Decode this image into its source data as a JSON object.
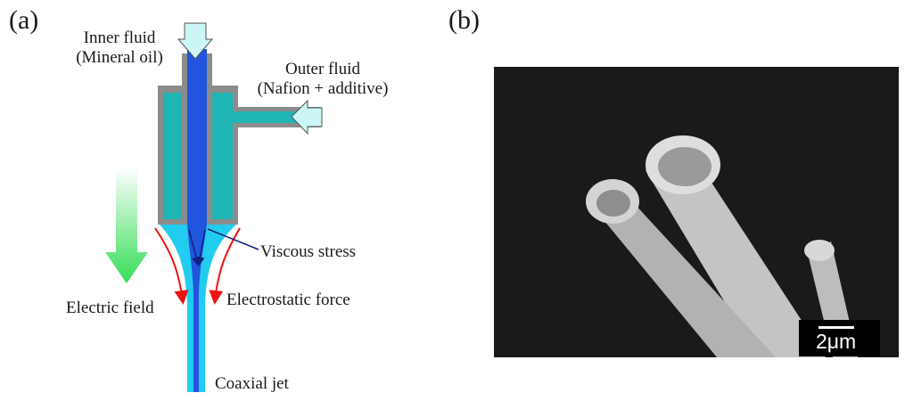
{
  "panel_a": {
    "label": "(a)",
    "inner_fluid": {
      "line1": "Inner fluid",
      "line2": "(Mineral oil)"
    },
    "outer_fluid": {
      "line1": "Outer fluid",
      "line2": "(Nafion + additive)"
    },
    "viscous_stress": "Viscous stress",
    "electric_field": "Electric field",
    "electrostatic_force": "Electrostatic force",
    "coaxial_jet": "Coaxial jet",
    "colors": {
      "housing": "#8c8c8c",
      "outer_fluid": "#1fb5b5",
      "inner_fluid": "#2255dd",
      "jet": "#22ccee",
      "arrow_fill": "#ccf6f6",
      "field_arrow": "#33dd55",
      "force_arrow": "#ee1111"
    }
  },
  "panel_b": {
    "label": "(b)",
    "scale_bar": "2μm",
    "background": "#1a1a1a"
  }
}
